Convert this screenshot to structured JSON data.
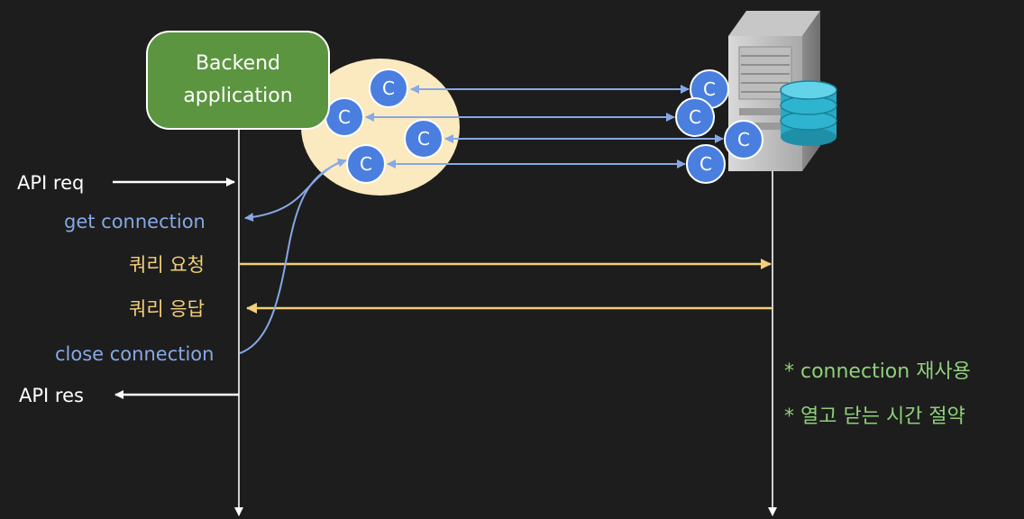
{
  "backend_box": {
    "line1": "Backend",
    "line2": "application"
  },
  "connection_symbol": "C",
  "steps": {
    "api_req": "API req",
    "get_connection": "get connection",
    "query_request": "쿼리 요청",
    "query_response": "쿼리 응답",
    "close_connection": "close connection",
    "api_res": "API res"
  },
  "notes": [
    "* connection 재사용",
    "* 열고 닫는 시간 절약"
  ],
  "icons": {
    "server": "server-icon",
    "database": "database-icon"
  },
  "colors": {
    "background": "#1d1d1d",
    "backend_fill": "#5b9540",
    "pool_fill": "#fbeac0",
    "connection_node": "#4a7fe0",
    "blue_arrow": "#86a8e6",
    "yellow_arrow": "#f2cf7a",
    "green_note": "#8fd07a"
  }
}
